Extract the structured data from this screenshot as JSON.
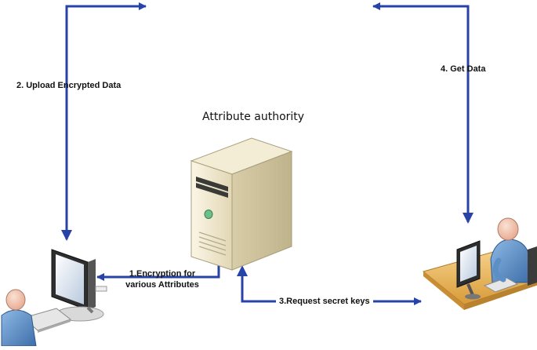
{
  "diagram": {
    "authority_label": "Attribute authority",
    "steps": {
      "encryption_line1": "1.Encryption for",
      "encryption_line2": "various Attributes",
      "upload": "2. Upload Encrypted Data",
      "request_keys": "3.Request secret keys",
      "get_data": "4. Get Data"
    },
    "icons": {
      "server": "server-icon",
      "data_owner": "data-owner-computer-icon",
      "data_user": "data-user-desk-icon"
    },
    "colors": {
      "arrow": "#2743A8",
      "server_body": "#E9DFC0",
      "person_head": "#F2C8B4",
      "person_body": "#5B8FC6",
      "desk": "#F0C16A"
    }
  }
}
